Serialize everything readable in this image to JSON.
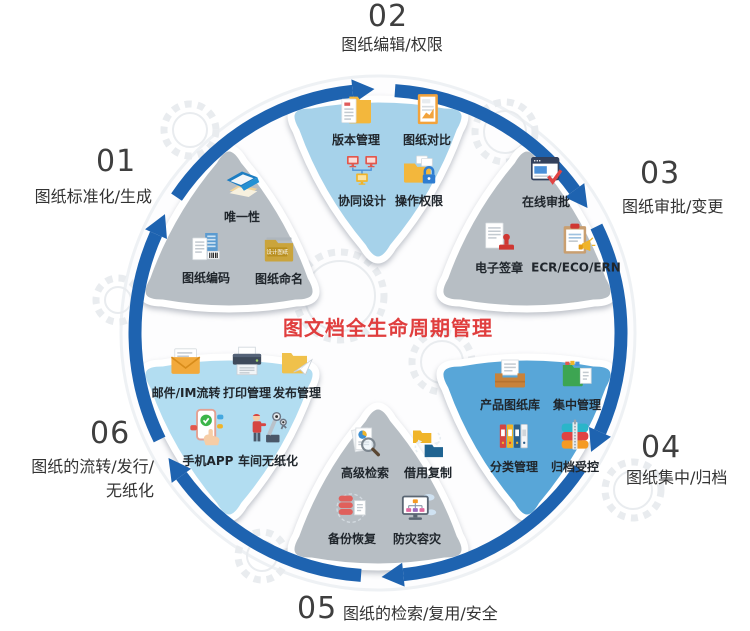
{
  "title": {
    "text": "图文档全生命周期管理",
    "color": "#e03e3e"
  },
  "colors": {
    "arrow": "#1e63b0",
    "gray_petal": "#b7bec4",
    "light_blue_petal": "#a6d2ea",
    "lighter_blue_petal": "#b2ddf1",
    "blue_petal": "#58a6d8"
  },
  "stages": [
    {
      "number": "01",
      "category": "图纸标准化/生成",
      "petal_color": "#b7bec4",
      "items": [
        {
          "label": "唯一性",
          "icon": "open-book-icon"
        },
        {
          "label": "图纸编码",
          "icon": "barcode-document-icon"
        },
        {
          "label": "图纸命名",
          "icon": "design-drawing-folder-icon",
          "badge": "设计图纸"
        }
      ]
    },
    {
      "number": "02",
      "category": "图纸编辑/权限",
      "petal_color": "#a6d2ea",
      "items": [
        {
          "label": "版本管理",
          "icon": "folder-document-icon"
        },
        {
          "label": "图纸对比",
          "icon": "document-chart-icon"
        },
        {
          "label": "协同设计",
          "icon": "networked-monitors-icon"
        },
        {
          "label": "操作权限",
          "icon": "folder-lock-icon"
        }
      ]
    },
    {
      "number": "03",
      "category": "图纸审批/变更",
      "petal_color": "#b7bec4",
      "items": [
        {
          "label": "在线审批",
          "icon": "browser-check-icon"
        },
        {
          "label": "电子签章",
          "icon": "document-stamp-icon"
        },
        {
          "label": "ECR/ECO/ERN",
          "icon": "clipboard-megaphone-icon"
        }
      ]
    },
    {
      "number": "04",
      "category": "图纸集中/归档",
      "petal_color": "#58a6d8",
      "items": [
        {
          "label": "产品图纸库",
          "icon": "document-tray-icon"
        },
        {
          "label": "集中管理",
          "icon": "green-folder-icon"
        },
        {
          "label": "分类管理",
          "icon": "binders-icon"
        },
        {
          "label": "归档受控",
          "icon": "zip-archive-icon"
        }
      ]
    },
    {
      "number": "05",
      "category": "图纸的检索/复用/安全",
      "petal_color": "#b7bec4",
      "items": [
        {
          "label": "高级检索",
          "icon": "magnifier-documents-icon"
        },
        {
          "label": "借用复制",
          "icon": "folder-transfer-icon"
        },
        {
          "label": "备份恢复",
          "icon": "database-document-icon"
        },
        {
          "label": "防灾容灾",
          "icon": "monitor-cloud-icon"
        }
      ]
    },
    {
      "number": "06",
      "category": "图纸的流转/发行/无纸化",
      "category_lines": [
        "图纸的流转/发行/",
        "无纸化"
      ],
      "petal_color": "#b2ddf1",
      "items": [
        {
          "label": "邮件/IM流转",
          "icon": "envelope-icon"
        },
        {
          "label": "打印管理",
          "icon": "printer-icon"
        },
        {
          "label": "发布管理",
          "icon": "folder-paper-plane-icon"
        },
        {
          "label": "手机APP",
          "icon": "mobile-phone-check-icon"
        },
        {
          "label": "车间无纸化",
          "icon": "worker-robot-arm-icon"
        }
      ]
    }
  ]
}
